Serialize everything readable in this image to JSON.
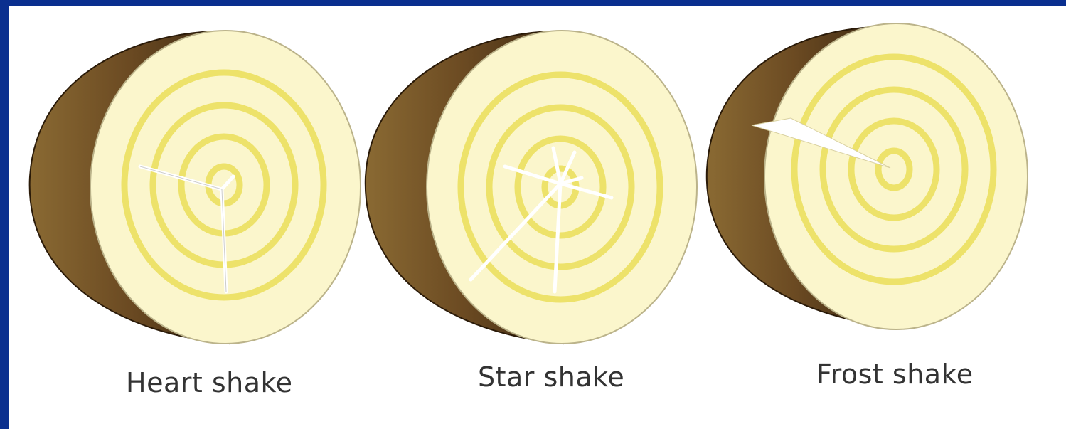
{
  "colors": {
    "background": "#0a2f8f",
    "panel": "#ffffff",
    "bark": "#6b4a22",
    "wood_face": "#fbf6cc",
    "growth_ring": "#ede26a",
    "crack": "#ffffff",
    "caption": "#333333"
  },
  "figures": [
    {
      "id": "heart",
      "caption": "Heart shake",
      "icon": "log-cross-section-heart-shake-icon"
    },
    {
      "id": "star",
      "caption": "Star shake",
      "icon": "log-cross-section-star-shake-icon"
    },
    {
      "id": "frost",
      "caption": "Frost shake",
      "icon": "log-cross-section-frost-shake-icon"
    }
  ]
}
